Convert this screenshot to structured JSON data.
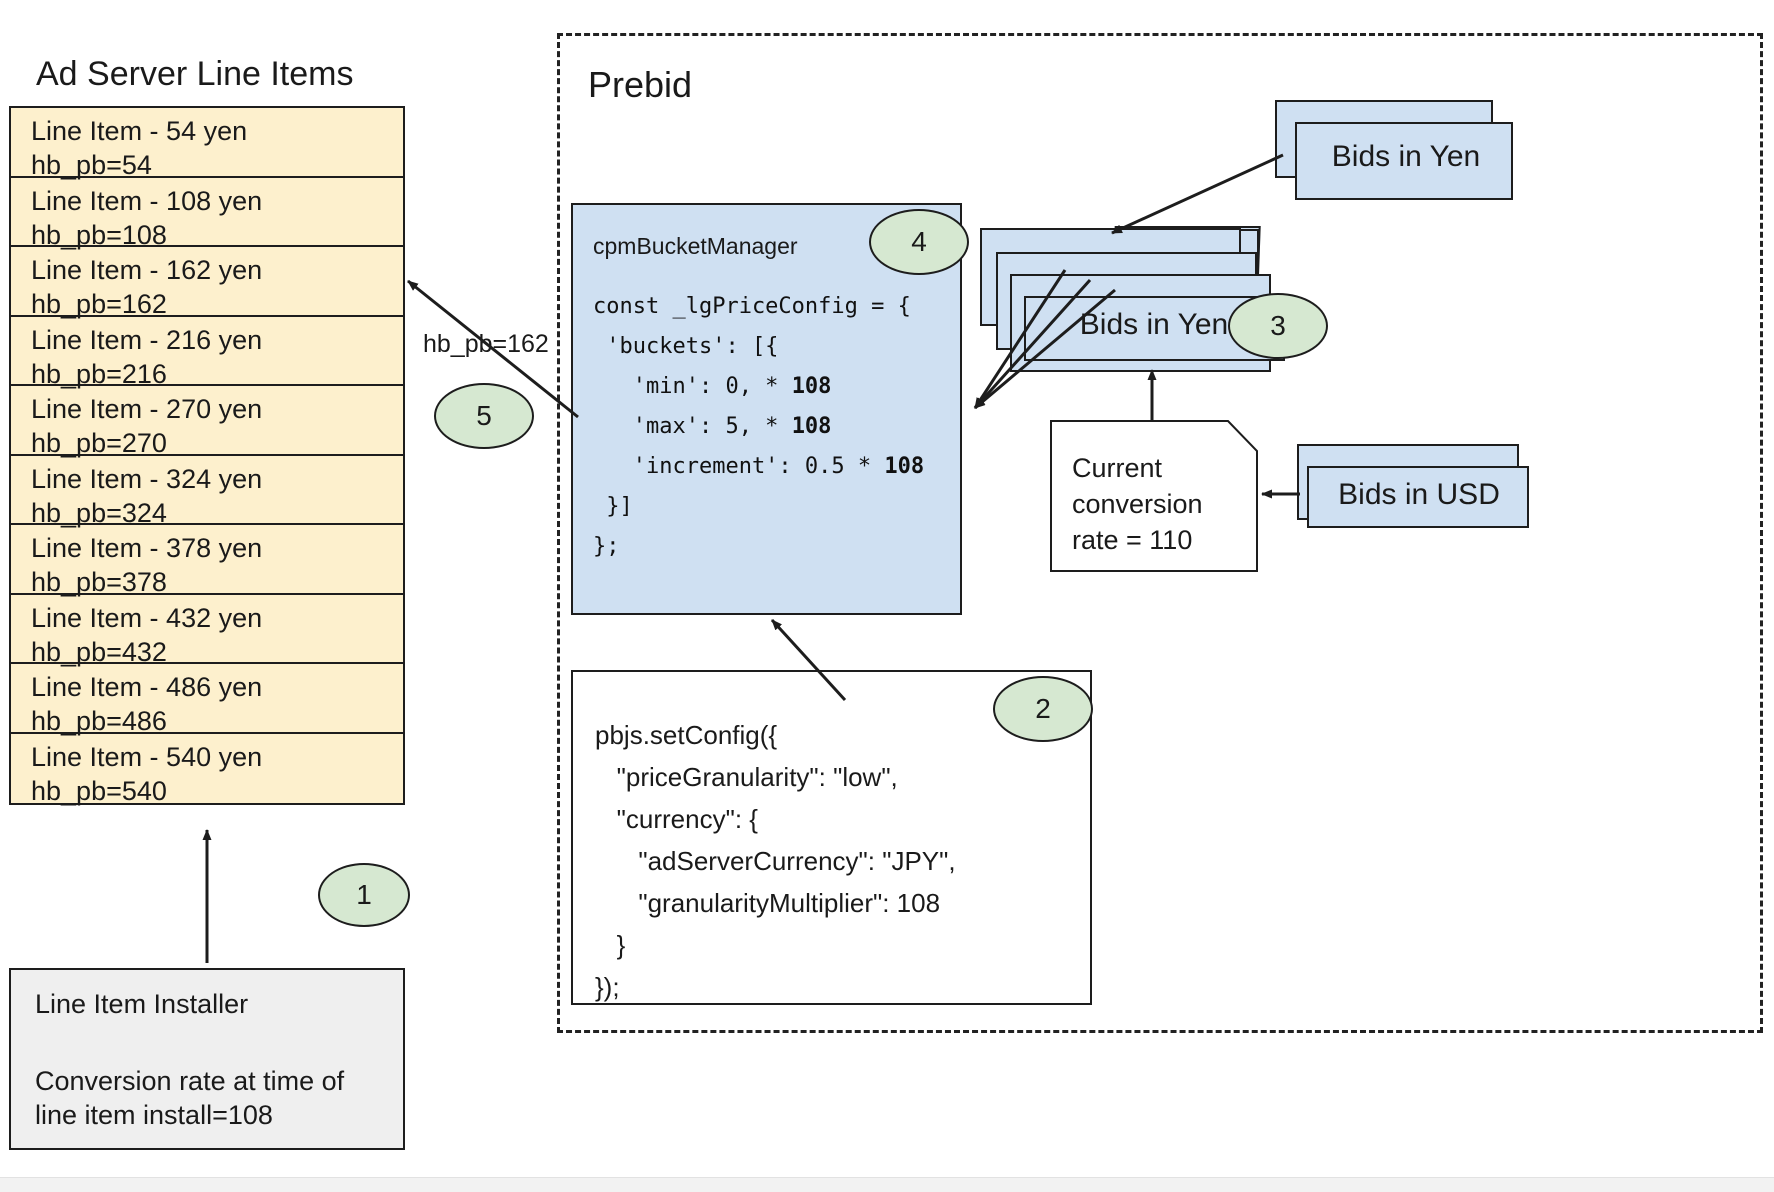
{
  "ad_server": {
    "title": "Ad Server Line Items",
    "line_items": [
      {
        "name": "Line Item - 54 yen",
        "key": "hb_pb=54"
      },
      {
        "name": "Line Item - 108 yen",
        "key": "hb_pb=108"
      },
      {
        "name": "Line Item - 162 yen",
        "key": "hb_pb=162"
      },
      {
        "name": "Line Item - 216 yen",
        "key": "hb_pb=216"
      },
      {
        "name": "Line Item - 270 yen",
        "key": "hb_pb=270"
      },
      {
        "name": "Line Item - 324 yen",
        "key": "hb_pb=324"
      },
      {
        "name": "Line Item - 378 yen",
        "key": "hb_pb=378"
      },
      {
        "name": "Line Item - 432 yen",
        "key": "hb_pb=432"
      },
      {
        "name": "Line Item - 486 yen",
        "key": "hb_pb=486"
      },
      {
        "name": "Line Item - 540 yen",
        "key": "hb_pb=540"
      }
    ],
    "installer": {
      "title": "Line Item Installer",
      "note": "Conversion rate at time of line item install=108"
    }
  },
  "prebid": {
    "title": "Prebid",
    "cpm_bucket_manager": {
      "title": "cpmBucketManager",
      "code_line_1": "const _lgPriceConfig = {",
      "code_line_2": " 'buckets': [{",
      "code_line_3_prefix": "   'min': 0, * ",
      "code_line_3_bold": "108",
      "code_line_4_prefix": "   'max': 5, * ",
      "code_line_4_bold": "108",
      "code_line_5_prefix": "   'increment': 0.5 * ",
      "code_line_5_bold": "108",
      "code_line_6": " }]",
      "code_line_7": "};"
    },
    "pbjs_config": {
      "code": "pbjs.setConfig({\n   \"priceGranularity\": \"low\",\n   \"currency\": {\n      \"adServerCurrency\": \"JPY\",\n      \"granularityMultiplier\": 108\n   }\n});"
    },
    "bids_in_yen_incoming": "Bids in Yen",
    "bids_in_yen_stack": "Bids in Yen",
    "bids_in_usd": "Bids in USD",
    "conversion_note": "Current\nconversion\nrate = 110"
  },
  "badges": {
    "one": "1",
    "two": "2",
    "three": "3",
    "four": "4",
    "five": "5"
  },
  "edges": {
    "hb_pb_label": "hb_pb=162"
  },
  "colors": {
    "line_item_fill": "#fdf0cd",
    "installer_fill": "#efefef",
    "bid_fill": "#cfe0f2",
    "badge_fill": "#d6e8d1",
    "stroke": "#1d1d1d"
  }
}
